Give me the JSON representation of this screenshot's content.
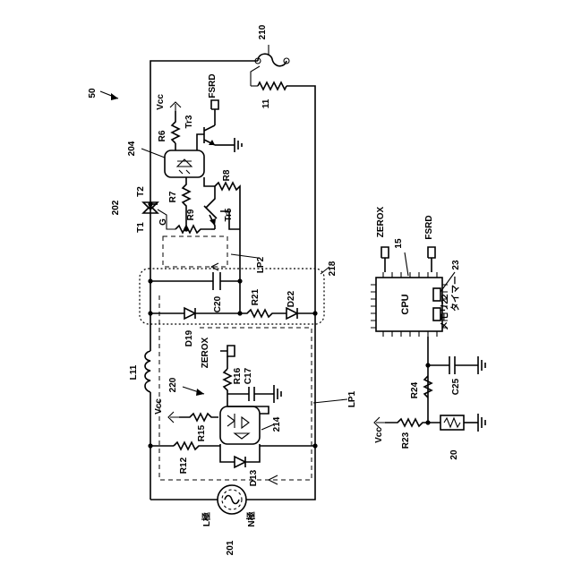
{
  "labels": {
    "fig_ref": "50",
    "ref_210": "210",
    "ref_11": "11",
    "ref_204": "204",
    "ref_202": "202",
    "ref_218": "218",
    "ref_220": "220",
    "ref_214": "214",
    "ref_201": "201",
    "ref_15": "15",
    "ref_23": "23",
    "ref_22": "22",
    "ref_20": "20",
    "vcc_1": "Vcc",
    "vcc_2": "Vcc",
    "vcc_3": "Vcc",
    "fsrd_1": "FSRD",
    "fsrd_2": "FSRD",
    "zerox_1": "ZEROX",
    "zerox_2": "ZEROX",
    "r6": "R6",
    "r7": "R7",
    "r8": "R8",
    "r9": "R9",
    "tr3": "Tr3",
    "tr5": "Tr5",
    "t1": "T1",
    "t2": "T2",
    "g": "G",
    "lp1": "LP1",
    "lp2": "LP2",
    "c20": "C20",
    "r21": "R21",
    "d22": "D22",
    "d19": "D19",
    "l11": "L11",
    "r16": "R16",
    "c17": "C17",
    "r15": "R15",
    "r12": "R12",
    "d13": "D13",
    "l_pole": "L極",
    "n_pole": "N極",
    "cpu": "CPU",
    "memory": "メモリ",
    "timer": "タイマー",
    "r24": "R24",
    "c25": "C25",
    "r23": "R23"
  }
}
